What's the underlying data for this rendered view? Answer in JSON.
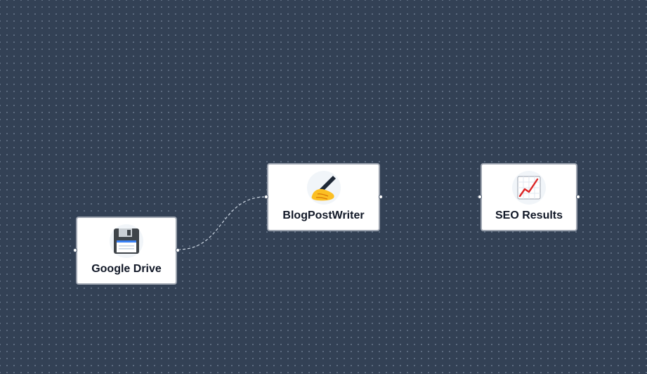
{
  "canvas": {
    "background": "#334155",
    "edge_color": "#cbd5e1"
  },
  "nodes": [
    {
      "id": "drive",
      "label": "Google Drive",
      "icon": "floppy-disk-icon"
    },
    {
      "id": "writer",
      "label": "BlogPostWriter",
      "icon": "writing-hand-icon"
    },
    {
      "id": "seo",
      "label": "SEO Results",
      "icon": "chart-increasing-icon"
    }
  ],
  "edges": [
    {
      "from": "drive",
      "to": "writer",
      "style": "dashed"
    }
  ]
}
